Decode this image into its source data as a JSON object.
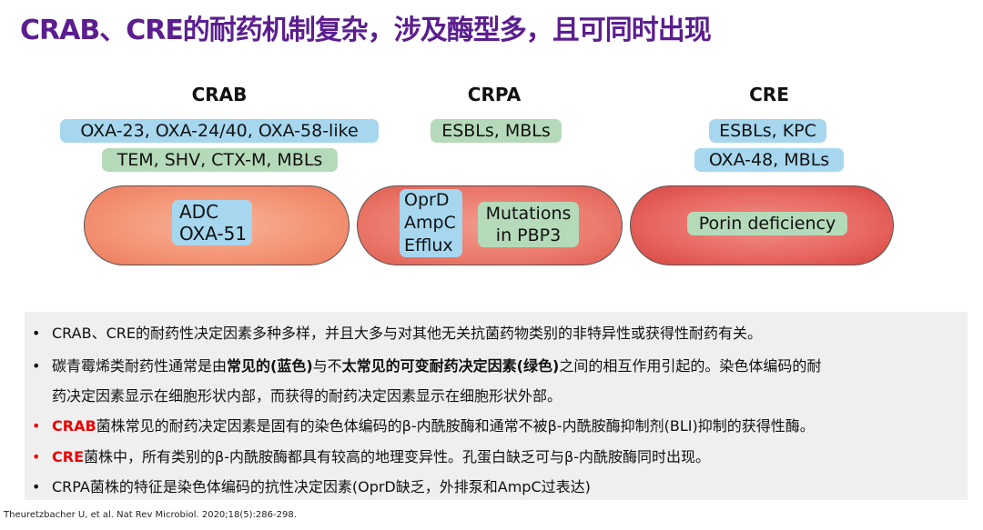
{
  "title": "CRAB、CRE的耐药机制复杂，涉及酶型多，且可同时出现",
  "diagram": {
    "crab": {
      "label": "CRAB",
      "outside": [
        "OXA-23, OXA-24/40, OXA-58-like",
        "TEM, SHV, CTX-M, MBLs"
      ],
      "inside_blue": [
        "ADC",
        "OXA-51"
      ]
    },
    "crpa": {
      "label": "CRPA",
      "outside": [
        "ESBLs, MBLs"
      ],
      "inside_blue": [
        "OprD",
        "AmpC",
        "Efflux"
      ],
      "inside_green": [
        "Mutations",
        "in PBP3"
      ]
    },
    "cre": {
      "label": "CRE",
      "outside": [
        "ESBLs, KPC",
        "OXA-48, MBLs"
      ],
      "inside_green": [
        "Porin deficiency"
      ]
    }
  },
  "bullets": {
    "b1": "CRAB、CRE的耐药性决定因素多种多样，并且大多与对其他无关抗菌药物类别的非特异性或获得性耐药有关。",
    "b2a": "碳青霉烯类耐药性通常是由",
    "b2b": "常见的(蓝色)",
    "b2c": "与不",
    "b2d": "太常见的可变耐药决定因素(绿色)",
    "b2e": "之间的相互作用引起的。染色体编码的耐",
    "b2f": "药决定因素显示在细胞形状内部，而获得的耐药决定因素显示在细胞形状外部。",
    "b3a": "CRAB",
    "b3b": "菌株常见的耐药决定因素是固有的染色体编码的β-内酰胺酶和通常不被β-内酰胺酶抑制剂(BLI)抑制的获得性酶。",
    "b4a": "CRE",
    "b4b": "菌株中，所有类别的β-内酰胺酶都具有较高的地理变异性。孔蛋白缺乏可与β-内酰胺酶同时出现。",
    "b5": "CRPA菌株的特征是染色体编码的抗性决定因素(OprD缺乏，外排泵和AmpC过表达)"
  },
  "reference": "Theuretzbacher U, et al. Nat Rev Microbiol. 2020;18(5):286-298."
}
